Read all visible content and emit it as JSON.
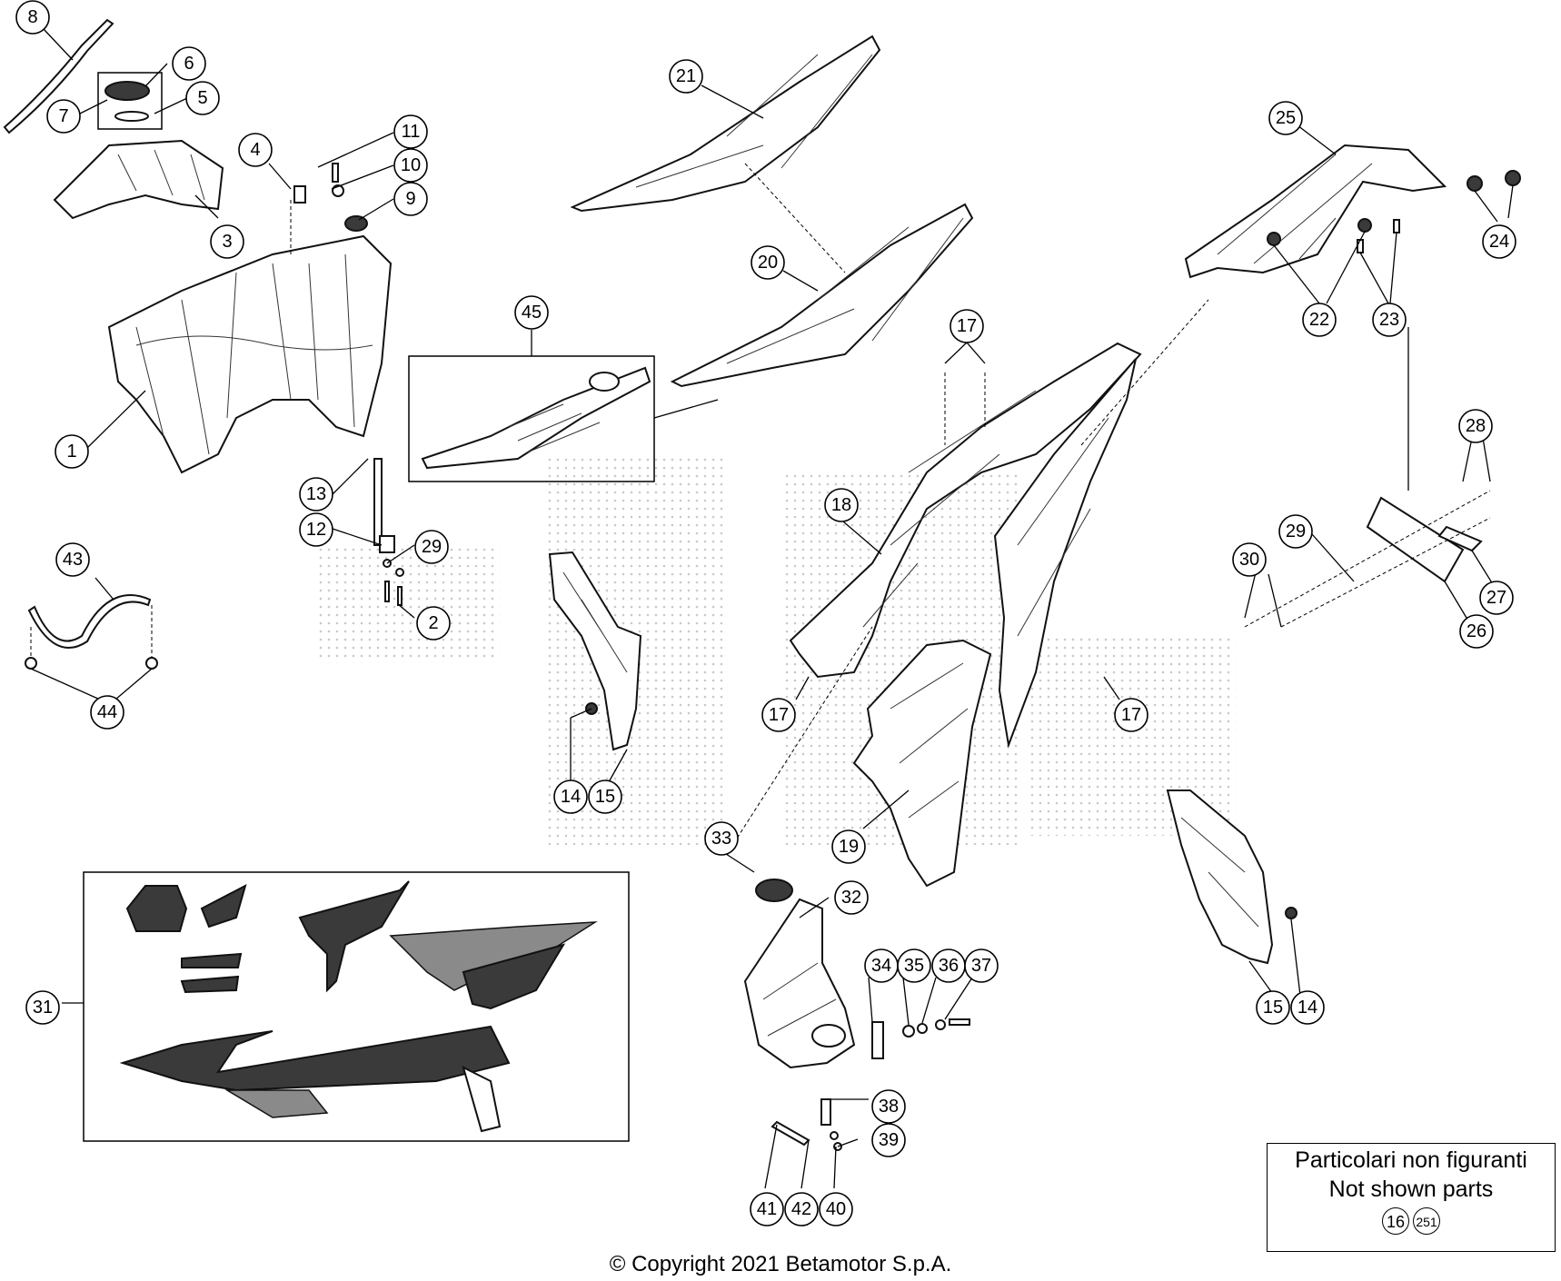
{
  "callouts": [
    {
      "id": "c-8",
      "label": "8"
    },
    {
      "id": "c-6",
      "label": "6"
    },
    {
      "id": "c-5",
      "label": "5"
    },
    {
      "id": "c-7",
      "label": "7"
    },
    {
      "id": "c-3",
      "label": "3"
    },
    {
      "id": "c-4",
      "label": "4"
    },
    {
      "id": "c-11",
      "label": "11"
    },
    {
      "id": "c-10",
      "label": "10"
    },
    {
      "id": "c-9",
      "label": "9"
    },
    {
      "id": "c-1",
      "label": "1"
    },
    {
      "id": "c-13",
      "label": "13"
    },
    {
      "id": "c-12",
      "label": "12"
    },
    {
      "id": "c-29a",
      "label": "29"
    },
    {
      "id": "c-2",
      "label": "2"
    },
    {
      "id": "c-43",
      "label": "43"
    },
    {
      "id": "c-44",
      "label": "44"
    },
    {
      "id": "c-21",
      "label": "21"
    },
    {
      "id": "c-20",
      "label": "20"
    },
    {
      "id": "c-45",
      "label": "45"
    },
    {
      "id": "c-25",
      "label": "25"
    },
    {
      "id": "c-24",
      "label": "24"
    },
    {
      "id": "c-22",
      "label": "22"
    },
    {
      "id": "c-23",
      "label": "23"
    },
    {
      "id": "c-17a",
      "label": "17"
    },
    {
      "id": "c-18",
      "label": "18"
    },
    {
      "id": "c-17b",
      "label": "17"
    },
    {
      "id": "c-17c",
      "label": "17"
    },
    {
      "id": "c-14a",
      "label": "14"
    },
    {
      "id": "c-15a",
      "label": "15"
    },
    {
      "id": "c-19",
      "label": "19"
    },
    {
      "id": "c-28",
      "label": "28"
    },
    {
      "id": "c-29b",
      "label": "29"
    },
    {
      "id": "c-30",
      "label": "30"
    },
    {
      "id": "c-27",
      "label": "27"
    },
    {
      "id": "c-26",
      "label": "26"
    },
    {
      "id": "c-33",
      "label": "33"
    },
    {
      "id": "c-32",
      "label": "32"
    },
    {
      "id": "c-34",
      "label": "34"
    },
    {
      "id": "c-35",
      "label": "35"
    },
    {
      "id": "c-36",
      "label": "36"
    },
    {
      "id": "c-37",
      "label": "37"
    },
    {
      "id": "c-15b",
      "label": "15"
    },
    {
      "id": "c-14b",
      "label": "14"
    },
    {
      "id": "c-31",
      "label": "31"
    },
    {
      "id": "c-38",
      "label": "38"
    },
    {
      "id": "c-39",
      "label": "39"
    },
    {
      "id": "c-41",
      "label": "41"
    },
    {
      "id": "c-42",
      "label": "42"
    },
    {
      "id": "c-40",
      "label": "40"
    }
  ],
  "notes": {
    "line1": "Particolari non figuranti",
    "line2": "Not shown parts",
    "parts": [
      "16",
      "251"
    ]
  },
  "copyright": "© Copyright 2021 Betamotor S.p.A.",
  "colors": {
    "line": "#000000",
    "background": "#ffffff",
    "decal_dark": "#3a3a3a"
  }
}
